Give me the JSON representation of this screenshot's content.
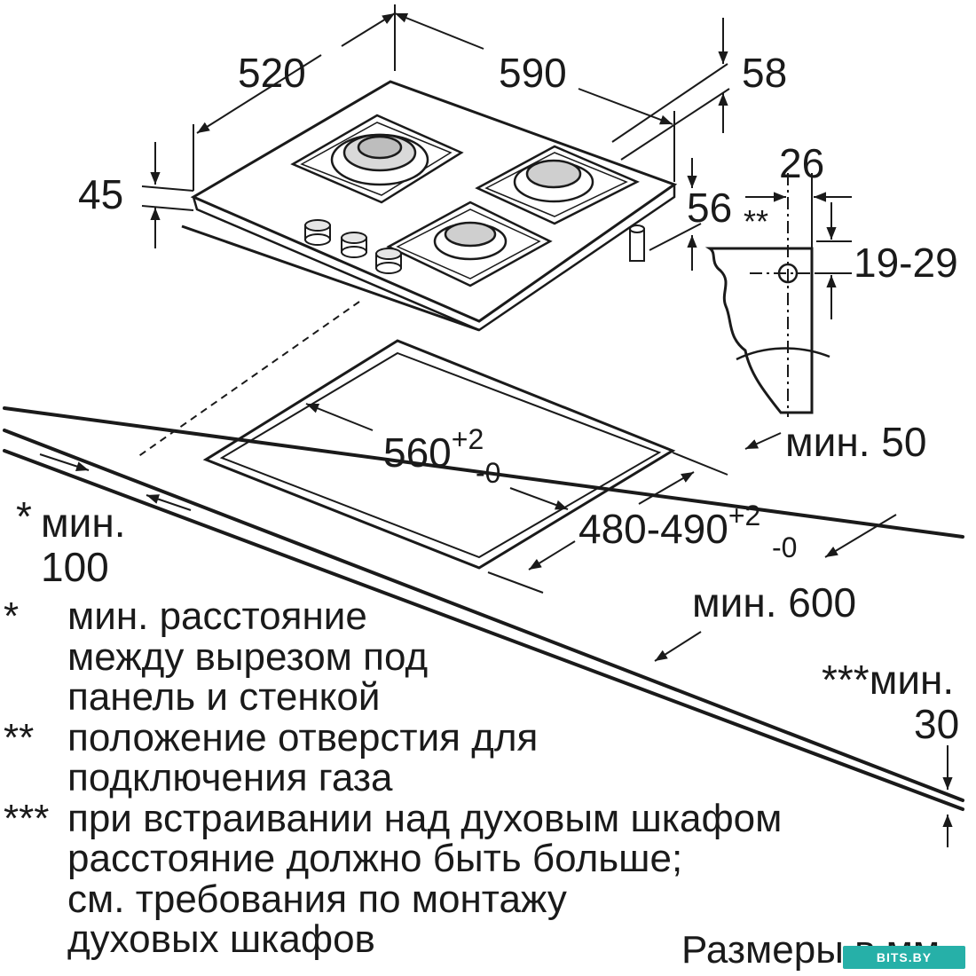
{
  "dimensions": {
    "width_520": "520",
    "depth_590": "590",
    "height_58": "58",
    "height_45": "45",
    "offset_56": "56",
    "offset_56_mark": "**",
    "gas_26": "26",
    "gas_19_29": "19-29",
    "cutout_width": {
      "base": "560",
      "tol_plus": "+2",
      "tol_minus": "-0"
    },
    "cutout_depth": {
      "base": "480-490",
      "tol_plus": "+2",
      "tol_minus": "-0"
    },
    "min_50": "мин. 50",
    "min_100_mark": "*",
    "min_100_label": "мин.",
    "min_100_value": "100",
    "min_600": "мин. 600",
    "min_30_label": "***мин.",
    "min_30_value": "30"
  },
  "notes": [
    {
      "mark": "*",
      "lines": [
        "мин. расстояние",
        "между вырезом под",
        "панель и стенкой"
      ]
    },
    {
      "mark": "**",
      "lines": [
        "положение отверстия для",
        "подключения газа"
      ]
    },
    {
      "mark": "***",
      "lines": [
        "при встраивании над духовым шкафом",
        "расстояние должно быть больше;",
        "см. требования по монтажу",
        "духовых шкафов"
      ]
    }
  ],
  "units_caption": "Размеры в мм",
  "watermark": "BITS.BY"
}
